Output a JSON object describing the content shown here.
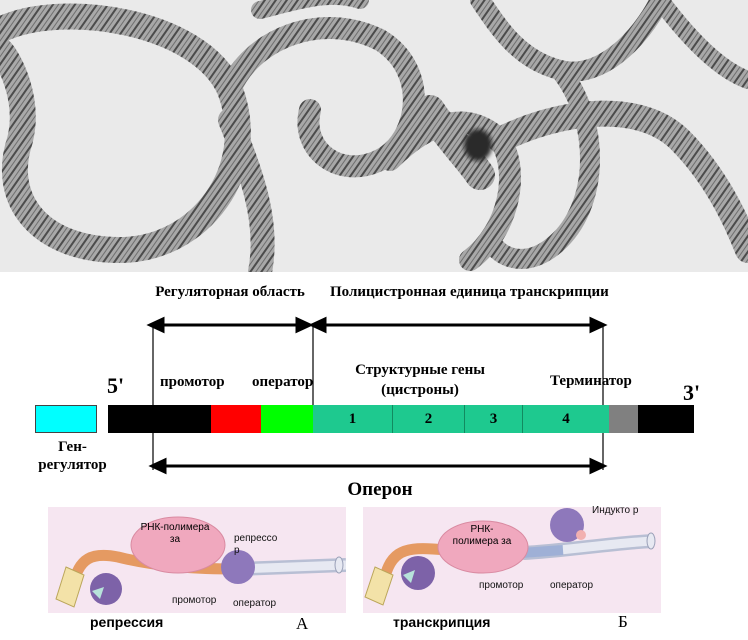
{
  "diagram": {
    "regulatory_region": "Регуляторная область",
    "poly_unit": "Полицистронная единица транскрипции",
    "five_prime": "5'",
    "three_prime": "3'",
    "promoter": "промотор",
    "operator": "оператор",
    "structural_genes": "Структурные гены (цистроны)",
    "terminator": "Терминатор",
    "gene_regulator": "Ген-регулятор",
    "operon": "Оперон",
    "cistrons": [
      "1",
      "2",
      "3",
      "4"
    ]
  },
  "panel_a": {
    "rna_pol": "РНК-полимера за",
    "repressor": "репрессо р",
    "promoter": "промотор",
    "operator": "оператор",
    "caption": "репрессия",
    "letter": "А"
  },
  "panel_b": {
    "rna_pol": "РНК-полимера за",
    "inducer": "Индукто р",
    "promoter": "промотор",
    "operator": "оператор",
    "caption": "транскрипция",
    "letter": "Б"
  },
  "colors": {
    "gene_regulator": "#00ffff",
    "promoter": "#ff0000",
    "operator": "#00ff00",
    "genes": "#1ec98f",
    "terminator": "#808080",
    "dna": "#000000",
    "panel_bg": "#f6e6f1"
  }
}
